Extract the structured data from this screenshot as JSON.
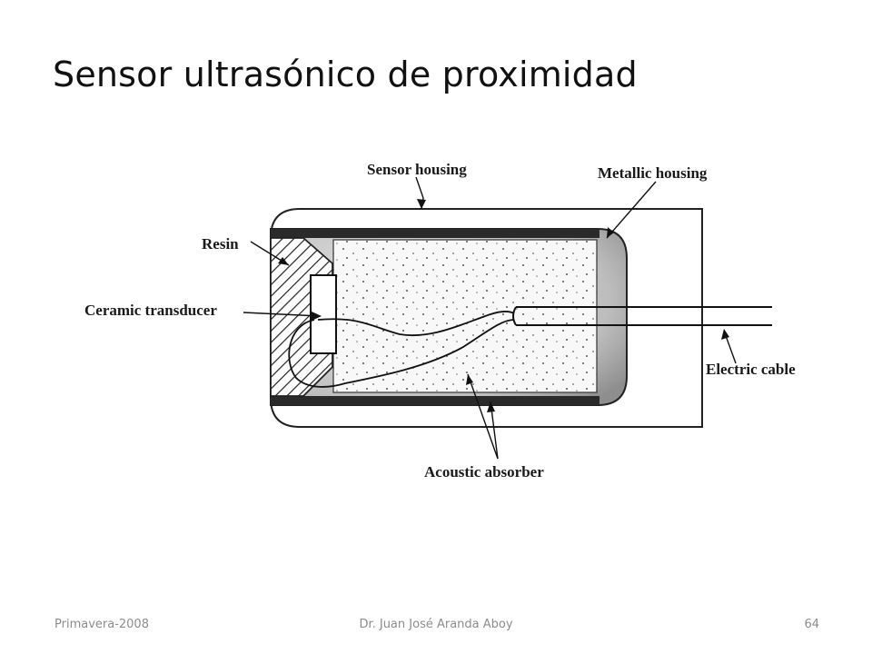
{
  "title": "Sensor ultrasónico de proximidad",
  "diagram": {
    "labels": {
      "sensor_housing": "Sensor housing",
      "metallic_housing": "Metallic housing",
      "resin": "Resin",
      "ceramic_transducer": "Ceramic transducer",
      "electric_cable": "Electric cable",
      "acoustic_absorber": "Acoustic absorber"
    }
  },
  "footer": {
    "left": "Primavera-2008",
    "center": "Dr. Juan José Aranda Aboy",
    "page": "64"
  }
}
